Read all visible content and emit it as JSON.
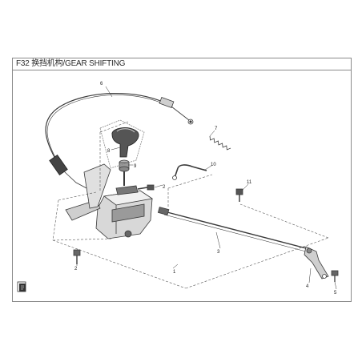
{
  "title": "F32 换挡机构/GEAR SHIFTING",
  "callouts": [
    "1",
    "2",
    "2",
    "3",
    "4",
    "5",
    "6",
    "7",
    "8",
    "9",
    "10",
    "11"
  ],
  "icons": [
    "book-icon"
  ],
  "colors": {
    "line": "#3a3a3a",
    "frame": "#8a8a8a",
    "fill_dark": "#555555",
    "fill_mid": "#9a9a9a"
  }
}
